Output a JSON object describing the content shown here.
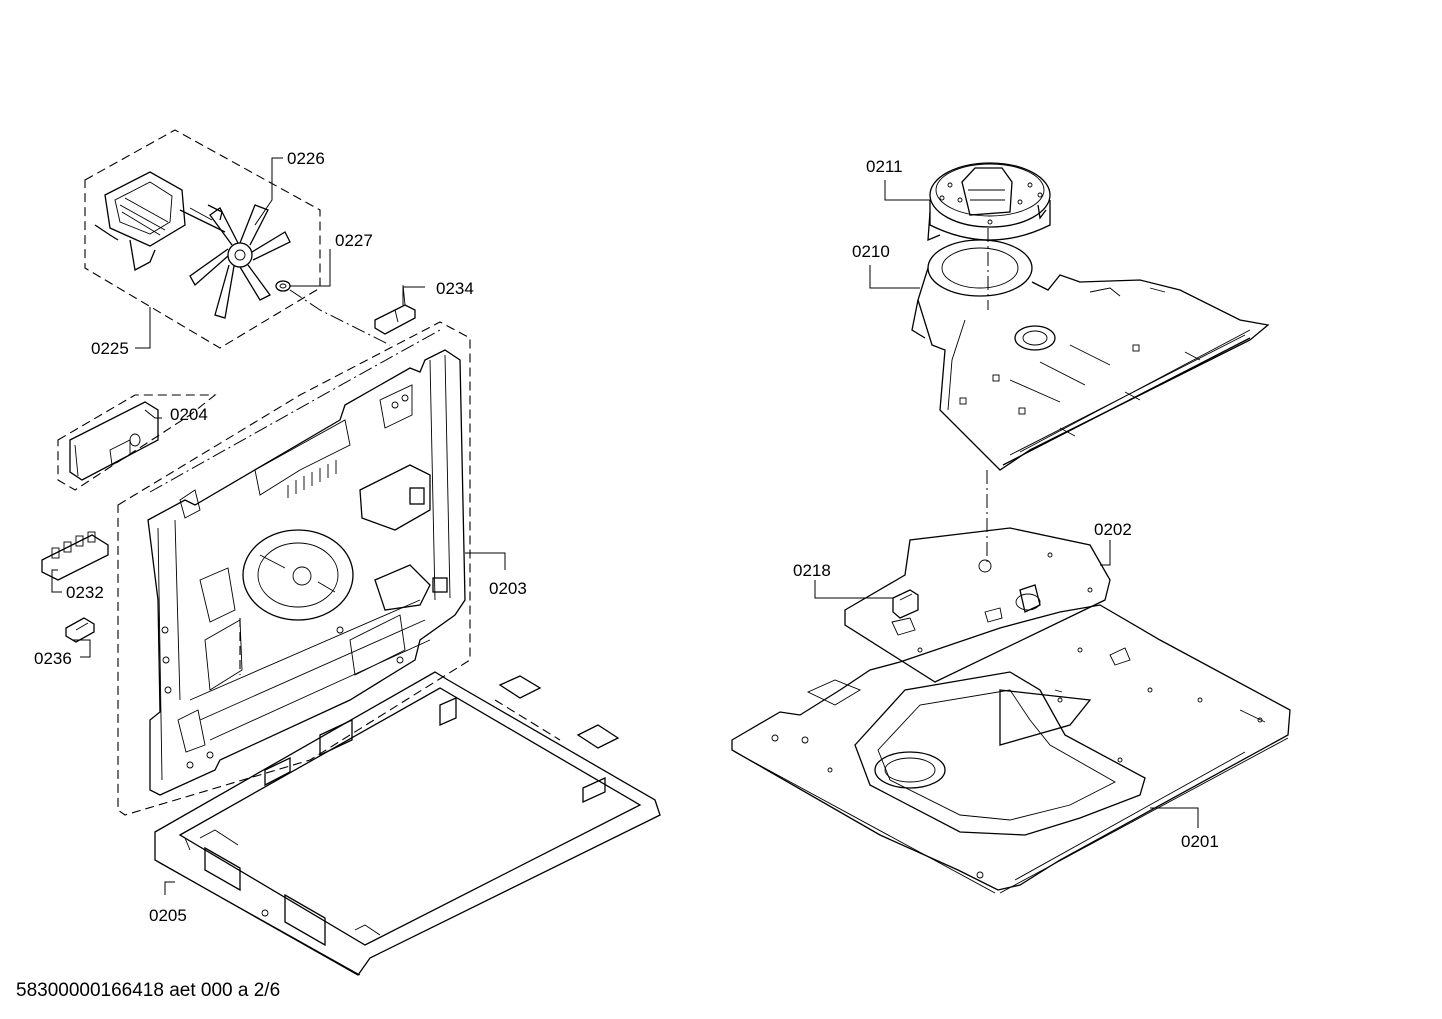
{
  "diagram": {
    "labels": {
      "p0226": "0226",
      "p0227": "0227",
      "p0234": "0234",
      "p0225": "0225",
      "p0204": "0204",
      "p0232": "0232",
      "p0236": "0236",
      "p0203": "0203",
      "p0205": "0205",
      "p0211": "0211",
      "p0210": "0210",
      "p0202": "0202",
      "p0218": "0218",
      "p0201": "0201"
    },
    "footer": "58300000166418 aet 000 a 2/6"
  }
}
